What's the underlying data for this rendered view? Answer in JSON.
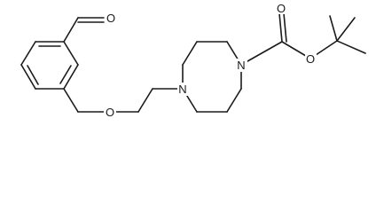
{
  "molecule": {
    "atoms": {
      "aldehyde_o": "O",
      "ether_o": "O",
      "n_left": "N",
      "n_right": "N",
      "carbonyl_o": "O",
      "ester_o": "O"
    }
  },
  "colors": {
    "bond": "#1a1a1a",
    "background": "#ffffff"
  }
}
